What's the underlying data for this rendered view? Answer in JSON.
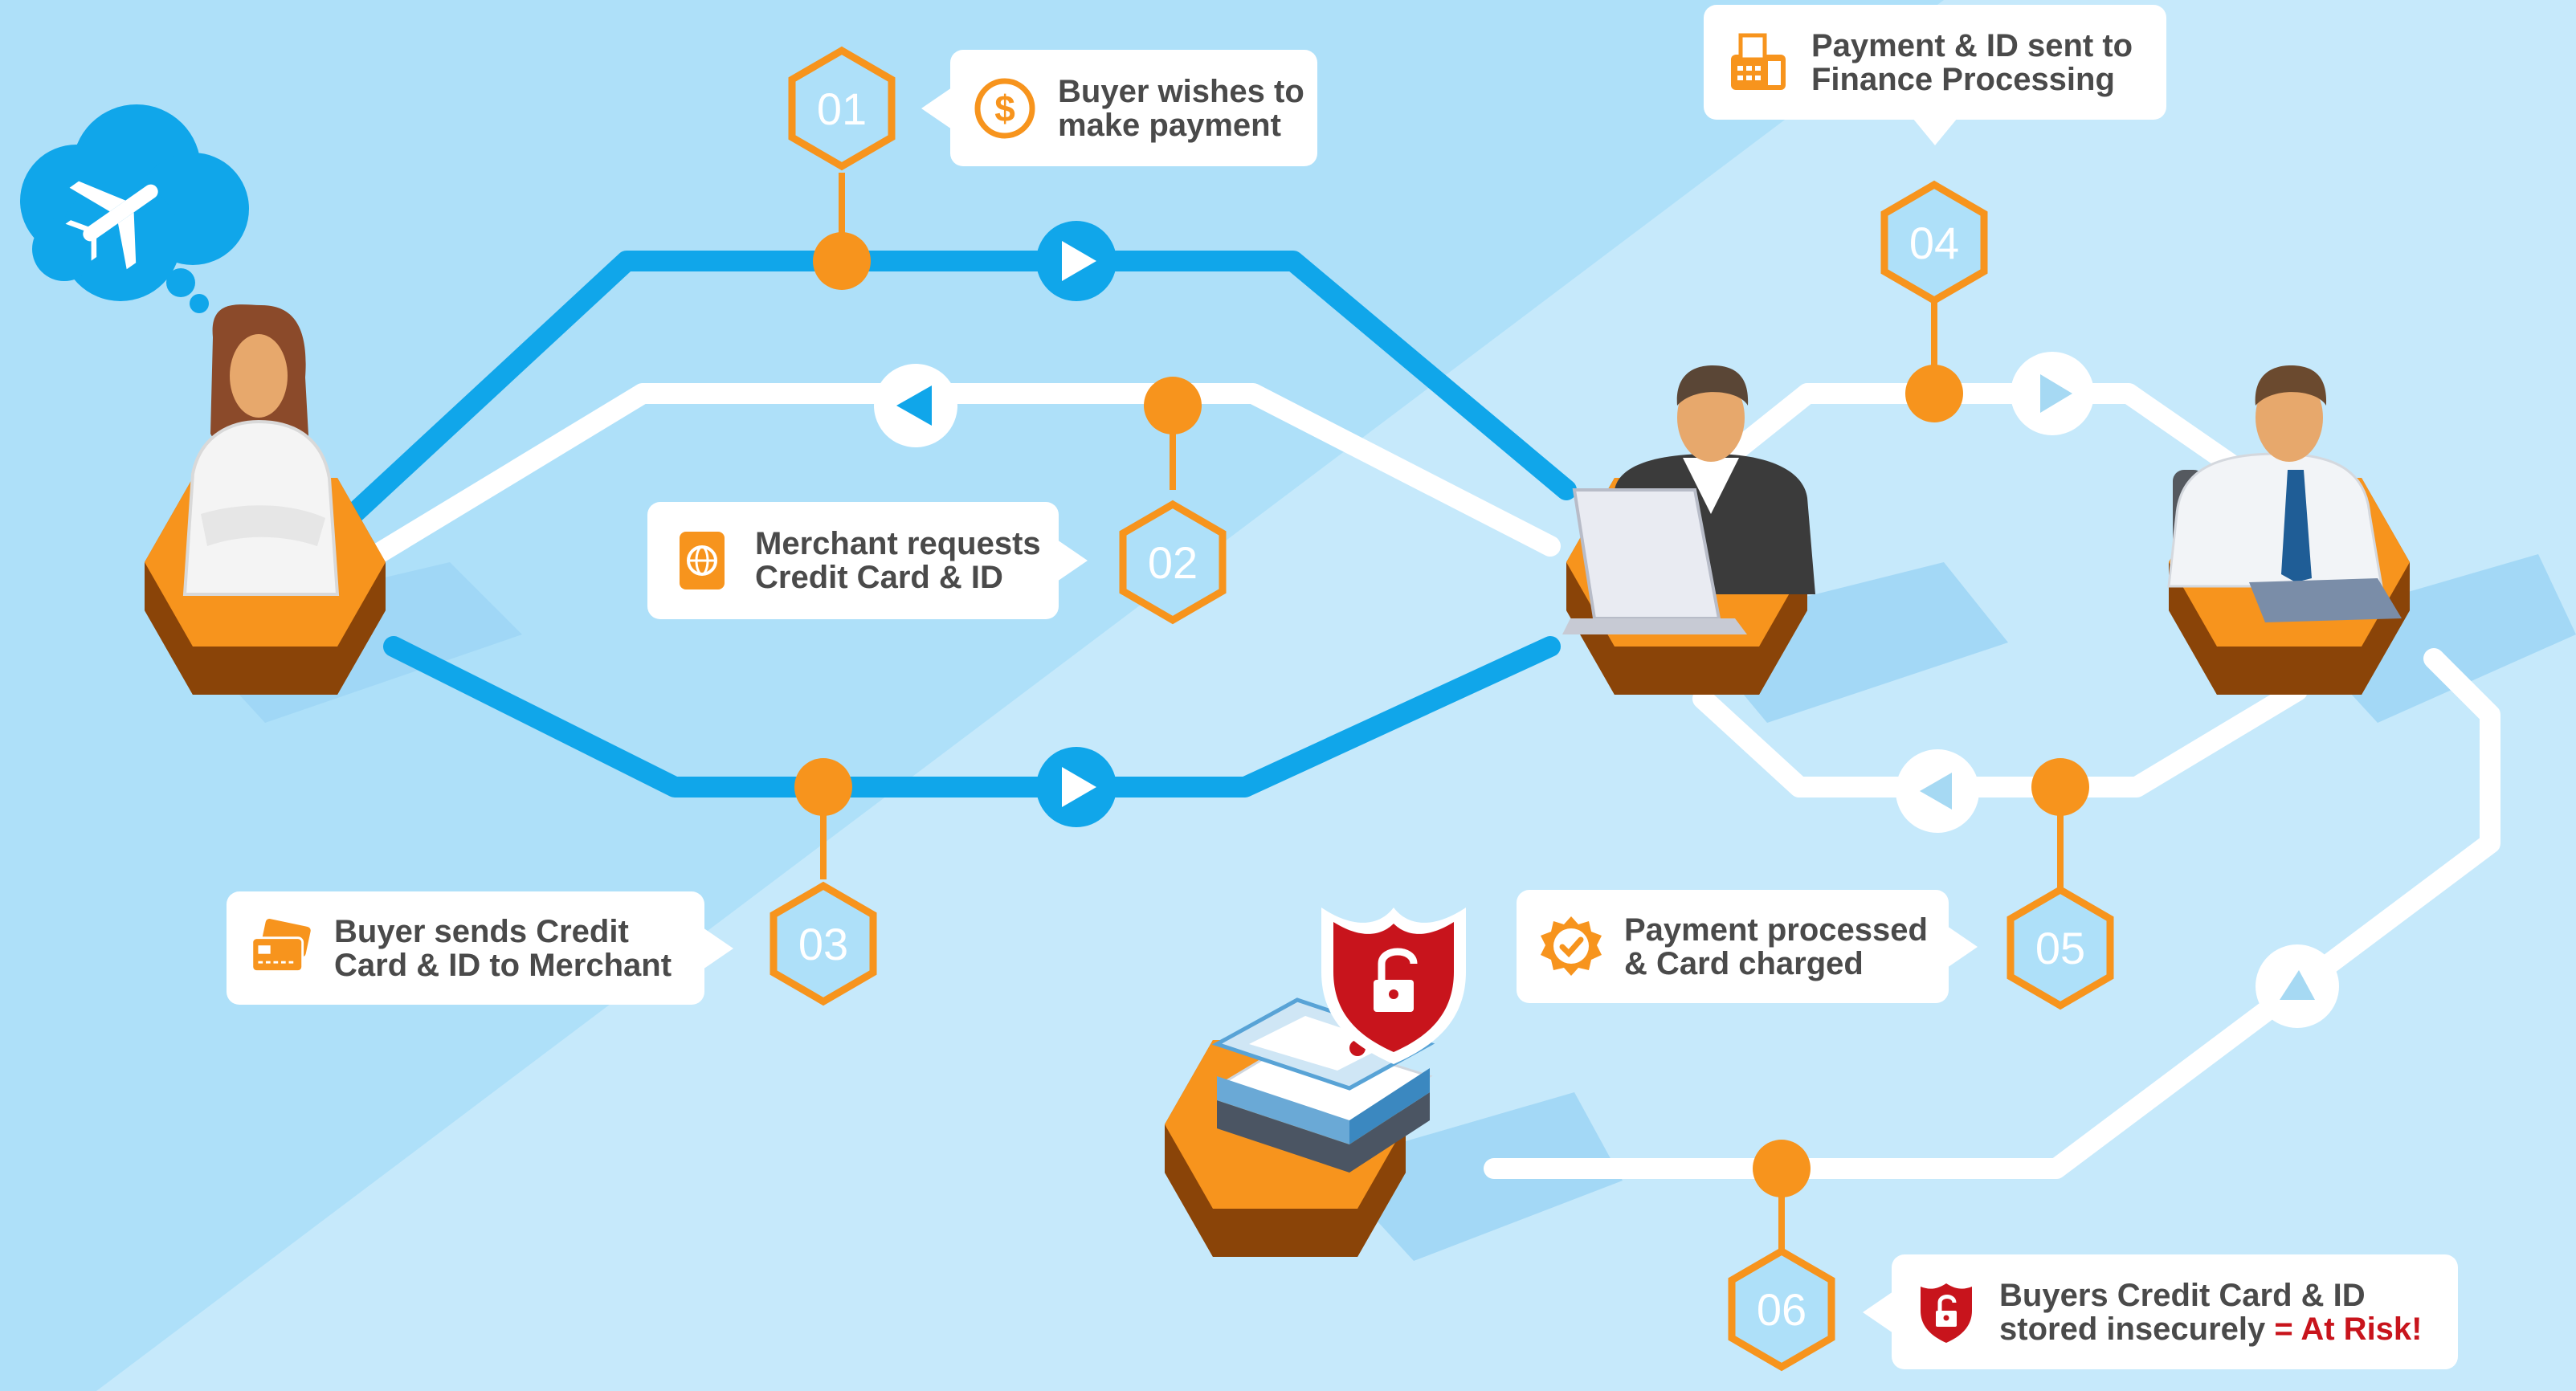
{
  "steps": [
    {
      "number": "01",
      "line1": "Buyer wishes to",
      "line2": "make payment",
      "icon": "dollar-coin-icon"
    },
    {
      "number": "02",
      "line1": "Merchant requests",
      "line2": "Credit Card & ID",
      "icon": "passport-icon"
    },
    {
      "number": "03",
      "line1": "Buyer sends Credit",
      "line2": "Card & ID to Merchant",
      "icon": "credit-cards-icon"
    },
    {
      "number": "04",
      "line1": "Payment & ID sent to",
      "line2": "Finance Processing",
      "icon": "fax-machine-icon"
    },
    {
      "number": "05",
      "line1": "Payment processed",
      "line2": "& Card charged",
      "icon": "approved-badge-icon"
    },
    {
      "number": "06",
      "line1": "Buyers Credit Card & ID",
      "line2_prefix": "stored insecurely",
      "line2_risk": "= At Risk!",
      "icon": "unlocked-shield-icon"
    }
  ],
  "actors": [
    {
      "role": "buyer",
      "thought_icon": "airplane-icon"
    },
    {
      "role": "merchant"
    },
    {
      "role": "finance-processor"
    },
    {
      "role": "insecure-storage",
      "icon": "unlocked-shield-icon"
    }
  ],
  "colors": {
    "background": "#aee0f9",
    "background_light": "#c6e9fb",
    "blue_path": "#10a6ea",
    "white_path": "#ffffff",
    "orange": "#f7941d",
    "platform_side": "#a8560f",
    "risk_red": "#c8141c",
    "text": "#4a4a4a"
  }
}
